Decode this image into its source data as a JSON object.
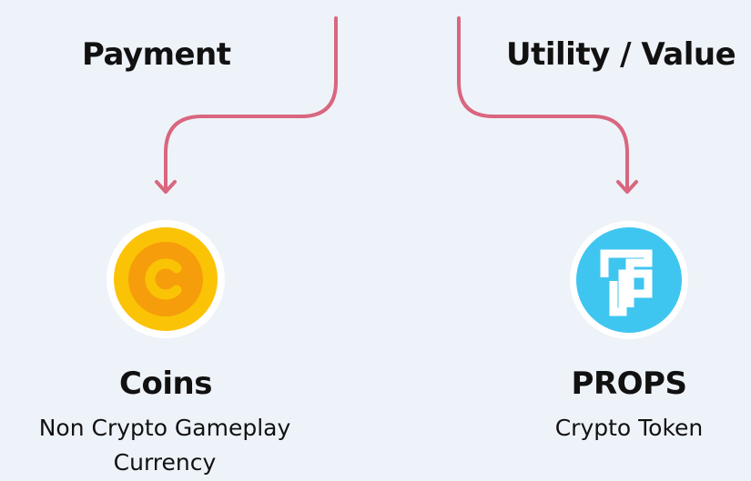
{
  "colors": {
    "background": "#eef3f9",
    "connector": "#d9667f",
    "coin_outer": "#fbc305",
    "coin_inner": "#f59d0a",
    "props_blue": "#3fc6f0",
    "text": "#111111"
  },
  "edges": {
    "left_label": "Payment",
    "right_label": "Utility / Value"
  },
  "nodes": {
    "coins": {
      "icon": "coin-icon",
      "title": "Coins",
      "subtitle_line1": "Non Crypto Gameplay",
      "subtitle_line2": "Currency"
    },
    "props": {
      "icon": "props-token-icon",
      "title": "PROPS",
      "subtitle_line1": "Crypto Token"
    }
  }
}
